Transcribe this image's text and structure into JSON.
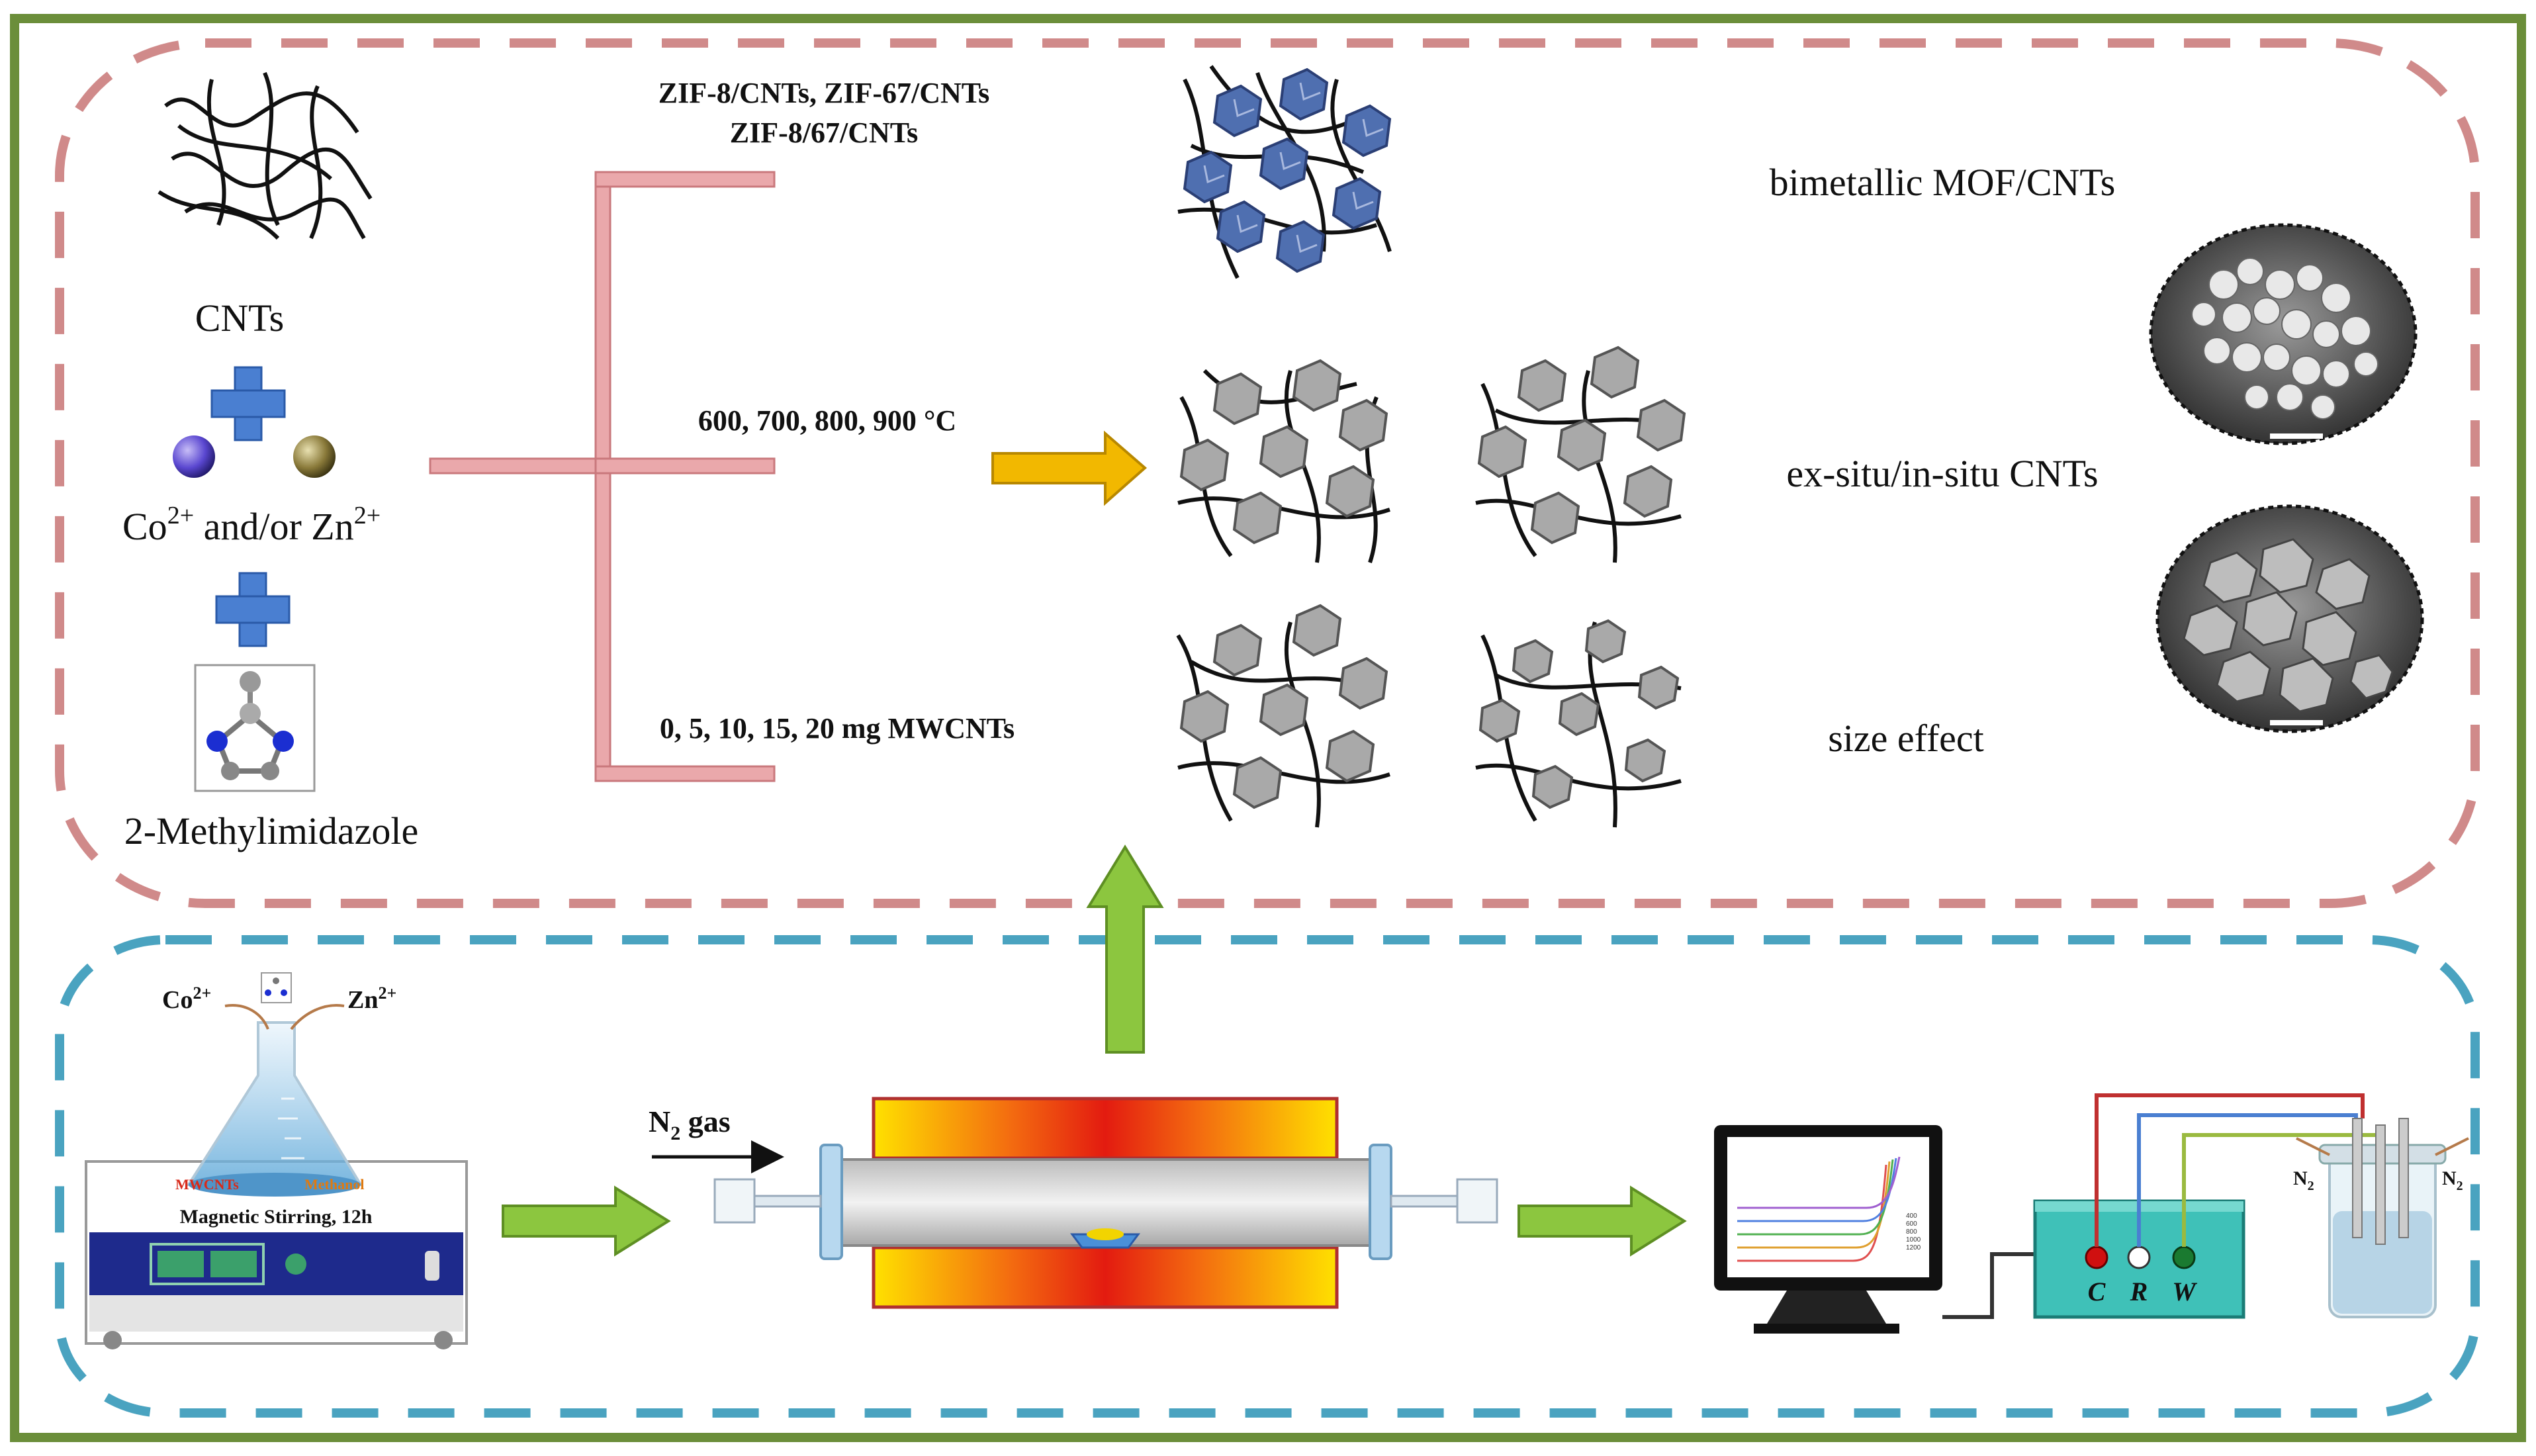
{
  "colors": {
    "outer_border": "#6b8e3a",
    "top_panel_dash": "#d08a8a",
    "bottom_panel_dash": "#4aa3c0",
    "branch": "#eaa8ab",
    "mof_blue": "#4f6fb0",
    "arrow_yellow": "#f2b800",
    "arrow_green": "#8cc63f",
    "furnace_hot": "#e31b10",
    "furnace_warm": "#ffe100",
    "plus_blue": "#4a7fd1",
    "stirrer_blue": "#1e2a8c"
  },
  "reactants": {
    "cnts_label": "CNTs",
    "ions_label_co": "Co",
    "ions_label_co_sup": "2+",
    "ions_label_mid": " and/or Zn",
    "ions_label_zn_sup": "2+",
    "linker_label": "2-Methylimidazole"
  },
  "branches": {
    "top_line1": "ZIF-8/CNTs, ZIF-67/CNTs",
    "top_line2": "ZIF-8/67/CNTs",
    "middle": "600, 700, 800, 900 °C",
    "bottom": "0, 5, 10, 15, 20 mg MWCNTs"
  },
  "products": {
    "row1": "bimetallic  MOF/CNTs",
    "row2": "ex-situ/in-situ CNTs",
    "row3": "size effect"
  },
  "synthesis": {
    "co_label": "Co",
    "co_sup": "2+",
    "zn_label": "Zn",
    "zn_sup": "2+",
    "mwcnts": "MWCNTs",
    "methanol": "Methanol",
    "stirring": "Magnetic Stirring, 12h",
    "gas_n": "N",
    "gas_sub": "2",
    "gas_rest": " gas"
  },
  "electrochem": {
    "c": "C",
    "r": "R",
    "w": "W",
    "n2_left": "N",
    "n2_right": "N",
    "n2_sub": "2",
    "legend": [
      "400",
      "600",
      "800",
      "1000",
      "1200"
    ]
  }
}
